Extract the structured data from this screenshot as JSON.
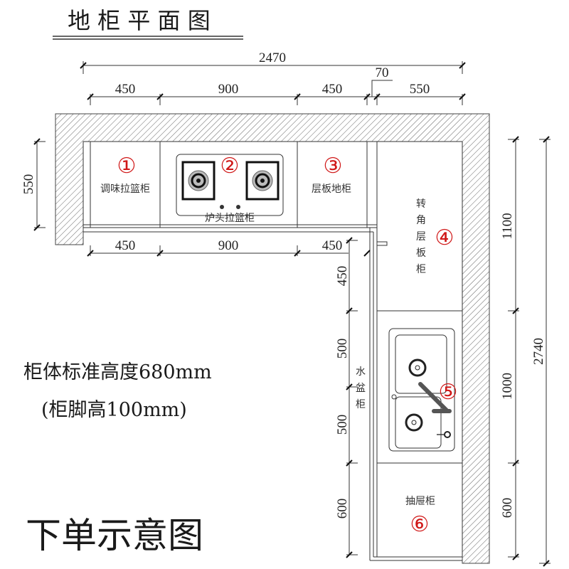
{
  "title": "地 柜 平 面 图",
  "notes": {
    "standard_height": "柜体标准高度680mm",
    "leg_height": "(柜脚高100mm)",
    "order_label": "下单示意图"
  },
  "dimensions": {
    "top_total": "2470",
    "top_segments": [
      "450",
      "900",
      "450",
      "70",
      "550"
    ],
    "inner_bottom_segments": [
      "450",
      "900",
      "450"
    ],
    "left_depth": "550",
    "right_segments": [
      "1100",
      "1000",
      "600"
    ],
    "right_total": "2740",
    "inner_vertical_segments": [
      "450",
      "500",
      "500",
      "600"
    ]
  },
  "cabinets": [
    {
      "number": "①",
      "label": "调味拉篮柜"
    },
    {
      "number": "②",
      "label": "炉头拉篮柜"
    },
    {
      "number": "③",
      "label": "层板地柜"
    },
    {
      "number": "④",
      "label": "转角层板柜",
      "label_chars": [
        "转",
        "角",
        "层",
        "板",
        "柜"
      ]
    },
    {
      "number": "⑤",
      "label": "水盆柜",
      "label_chars": [
        "水",
        "盆",
        "柜"
      ]
    },
    {
      "number": "⑥",
      "label": "抽屉柜"
    }
  ],
  "colors": {
    "number_red": "#d01818",
    "line": "#333333",
    "hatch": "#555555"
  }
}
